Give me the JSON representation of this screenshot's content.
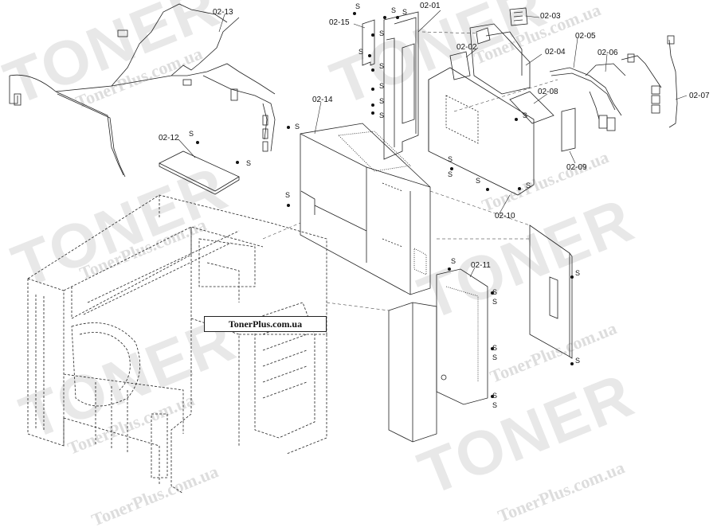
{
  "banner_text": "TonerPlus.com.ua",
  "watermark": {
    "brand": "TONER",
    "url": "TonerPlus.com.ua",
    "url_alt": "TonerPlus.com.ua"
  },
  "screw_label": "S",
  "callouts": [
    "02-01",
    "02-02",
    "02-03",
    "02-04",
    "02-05",
    "02-06",
    "02-07",
    "02-08",
    "02-09",
    "02-10",
    "02-11",
    "02-12",
    "02-13",
    "02-14",
    "02-15"
  ],
  "colors": {
    "line": "#222222",
    "watermark": "#bdbdbd",
    "accent": "#4a78c8"
  }
}
